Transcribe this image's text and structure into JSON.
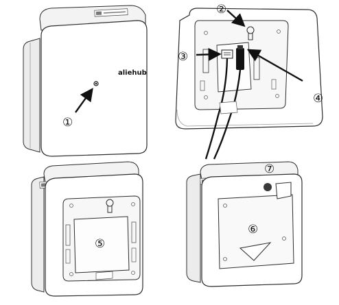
{
  "brand": {
    "logo_text": "aliehub"
  },
  "callouts": {
    "c1": "①",
    "c2": "②",
    "c3": "③",
    "c4": "④",
    "c5": "⑤",
    "c6": "⑥",
    "c7": "⑦"
  },
  "colors": {
    "outline": "#2b2b2b",
    "plate": "#f7f7f7",
    "body": "#ffffff",
    "cable": "#111111",
    "dark_button": "#3a3a3a"
  }
}
